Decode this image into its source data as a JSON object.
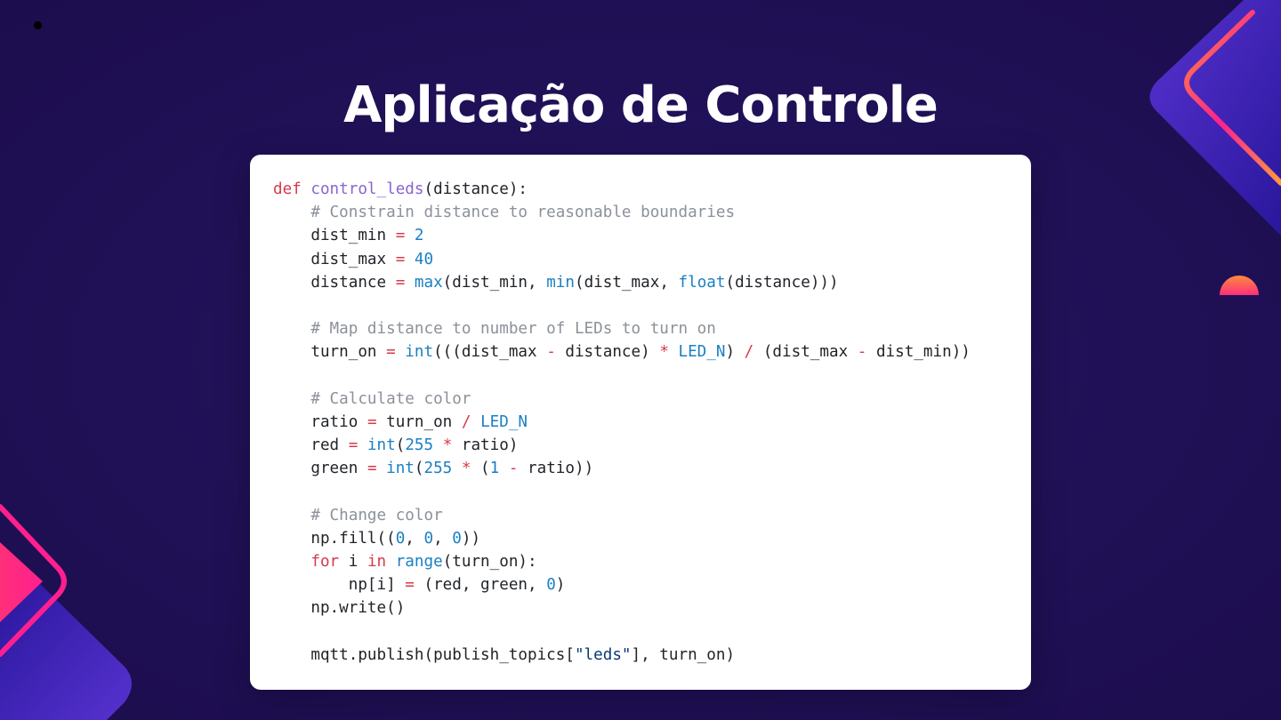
{
  "slide": {
    "title": "Aplicação de Controle"
  },
  "colors": {
    "background": "#211158",
    "accent_pink": "#ff1f8e",
    "accent_orange": "#ff9a3c",
    "accent_purple": "#4b2bbd",
    "card": "#ffffff"
  },
  "code": {
    "language": "python",
    "lines": [
      [
        {
          "t": "def",
          "k": "kw"
        },
        {
          "t": " ",
          "k": "plain"
        },
        {
          "t": "control_leds",
          "k": "fn"
        },
        {
          "t": "(distance):",
          "k": "plain"
        }
      ],
      [
        {
          "t": "    ",
          "k": "plain"
        },
        {
          "t": "# Constrain distance to reasonable boundaries",
          "k": "cm"
        }
      ],
      [
        {
          "t": "    dist_min ",
          "k": "plain"
        },
        {
          "t": "=",
          "k": "op"
        },
        {
          "t": " ",
          "k": "plain"
        },
        {
          "t": "2",
          "k": "num"
        }
      ],
      [
        {
          "t": "    dist_max ",
          "k": "plain"
        },
        {
          "t": "=",
          "k": "op"
        },
        {
          "t": " ",
          "k": "plain"
        },
        {
          "t": "40",
          "k": "num"
        }
      ],
      [
        {
          "t": "    distance ",
          "k": "plain"
        },
        {
          "t": "=",
          "k": "op"
        },
        {
          "t": " ",
          "k": "plain"
        },
        {
          "t": "max",
          "k": "bi"
        },
        {
          "t": "(dist_min, ",
          "k": "plain"
        },
        {
          "t": "min",
          "k": "bi"
        },
        {
          "t": "(dist_max, ",
          "k": "plain"
        },
        {
          "t": "float",
          "k": "bi"
        },
        {
          "t": "(distance)))",
          "k": "plain"
        }
      ],
      [],
      [
        {
          "t": "    ",
          "k": "plain"
        },
        {
          "t": "# Map distance to number of LEDs to turn on",
          "k": "cm"
        }
      ],
      [
        {
          "t": "    turn_on ",
          "k": "plain"
        },
        {
          "t": "=",
          "k": "op"
        },
        {
          "t": " ",
          "k": "plain"
        },
        {
          "t": "int",
          "k": "bi"
        },
        {
          "t": "(((dist_max ",
          "k": "plain"
        },
        {
          "t": "-",
          "k": "op"
        },
        {
          "t": " distance) ",
          "k": "plain"
        },
        {
          "t": "*",
          "k": "op"
        },
        {
          "t": " ",
          "k": "plain"
        },
        {
          "t": "LED_N",
          "k": "const"
        },
        {
          "t": ") ",
          "k": "plain"
        },
        {
          "t": "/",
          "k": "op"
        },
        {
          "t": " (dist_max ",
          "k": "plain"
        },
        {
          "t": "-",
          "k": "op"
        },
        {
          "t": " dist_min))",
          "k": "plain"
        }
      ],
      [],
      [
        {
          "t": "    ",
          "k": "plain"
        },
        {
          "t": "# Calculate color",
          "k": "cm"
        }
      ],
      [
        {
          "t": "    ratio ",
          "k": "plain"
        },
        {
          "t": "=",
          "k": "op"
        },
        {
          "t": " turn_on ",
          "k": "plain"
        },
        {
          "t": "/",
          "k": "op"
        },
        {
          "t": " ",
          "k": "plain"
        },
        {
          "t": "LED_N",
          "k": "const"
        }
      ],
      [
        {
          "t": "    red ",
          "k": "plain"
        },
        {
          "t": "=",
          "k": "op"
        },
        {
          "t": " ",
          "k": "plain"
        },
        {
          "t": "int",
          "k": "bi"
        },
        {
          "t": "(",
          "k": "plain"
        },
        {
          "t": "255",
          "k": "num"
        },
        {
          "t": " ",
          "k": "plain"
        },
        {
          "t": "*",
          "k": "op"
        },
        {
          "t": " ratio)",
          "k": "plain"
        }
      ],
      [
        {
          "t": "    green ",
          "k": "plain"
        },
        {
          "t": "=",
          "k": "op"
        },
        {
          "t": " ",
          "k": "plain"
        },
        {
          "t": "int",
          "k": "bi"
        },
        {
          "t": "(",
          "k": "plain"
        },
        {
          "t": "255",
          "k": "num"
        },
        {
          "t": " ",
          "k": "plain"
        },
        {
          "t": "*",
          "k": "op"
        },
        {
          "t": " (",
          "k": "plain"
        },
        {
          "t": "1",
          "k": "num"
        },
        {
          "t": " ",
          "k": "plain"
        },
        {
          "t": "-",
          "k": "op"
        },
        {
          "t": " ratio))",
          "k": "plain"
        }
      ],
      [],
      [
        {
          "t": "    ",
          "k": "plain"
        },
        {
          "t": "# Change color",
          "k": "cm"
        }
      ],
      [
        {
          "t": "    np.fill((",
          "k": "plain"
        },
        {
          "t": "0",
          "k": "num"
        },
        {
          "t": ", ",
          "k": "plain"
        },
        {
          "t": "0",
          "k": "num"
        },
        {
          "t": ", ",
          "k": "plain"
        },
        {
          "t": "0",
          "k": "num"
        },
        {
          "t": "))",
          "k": "plain"
        }
      ],
      [
        {
          "t": "    ",
          "k": "plain"
        },
        {
          "t": "for",
          "k": "kw"
        },
        {
          "t": " i ",
          "k": "plain"
        },
        {
          "t": "in",
          "k": "kw"
        },
        {
          "t": " ",
          "k": "plain"
        },
        {
          "t": "range",
          "k": "bi"
        },
        {
          "t": "(turn_on):",
          "k": "plain"
        }
      ],
      [
        {
          "t": "        np[i] ",
          "k": "plain"
        },
        {
          "t": "=",
          "k": "op"
        },
        {
          "t": " (red, green, ",
          "k": "plain"
        },
        {
          "t": "0",
          "k": "num"
        },
        {
          "t": ")",
          "k": "plain"
        }
      ],
      [
        {
          "t": "    np.write()",
          "k": "plain"
        }
      ],
      [],
      [
        {
          "t": "    mqtt.publish(publish_topics[",
          "k": "plain"
        },
        {
          "t": "\"leds\"",
          "k": "str"
        },
        {
          "t": "], turn_on)",
          "k": "plain"
        }
      ]
    ]
  }
}
